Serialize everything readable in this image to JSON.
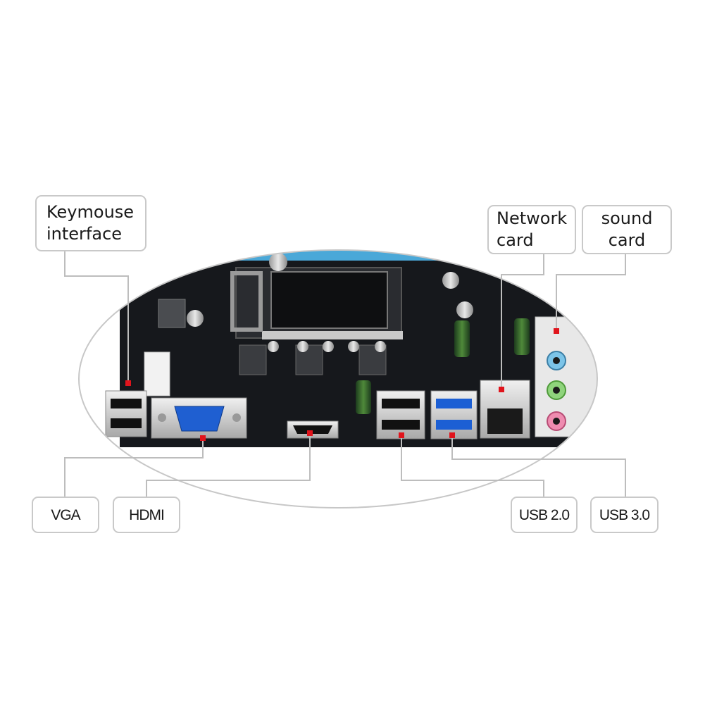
{
  "labels": {
    "keymouse": "Keymouse\ninterface",
    "network": "Network\ncard",
    "sound": "sound\ncard",
    "vga": "VGA",
    "hdmi": "HDMI",
    "usb2": "USB 2.0",
    "usb3": "USB 3.0"
  },
  "colors": {
    "pcb": "#16181c",
    "slot_blue": "#4aa8d8",
    "marker_red": "#e0141c",
    "leader_line": "#bdbdbd",
    "label_border": "#c9c9c9"
  }
}
